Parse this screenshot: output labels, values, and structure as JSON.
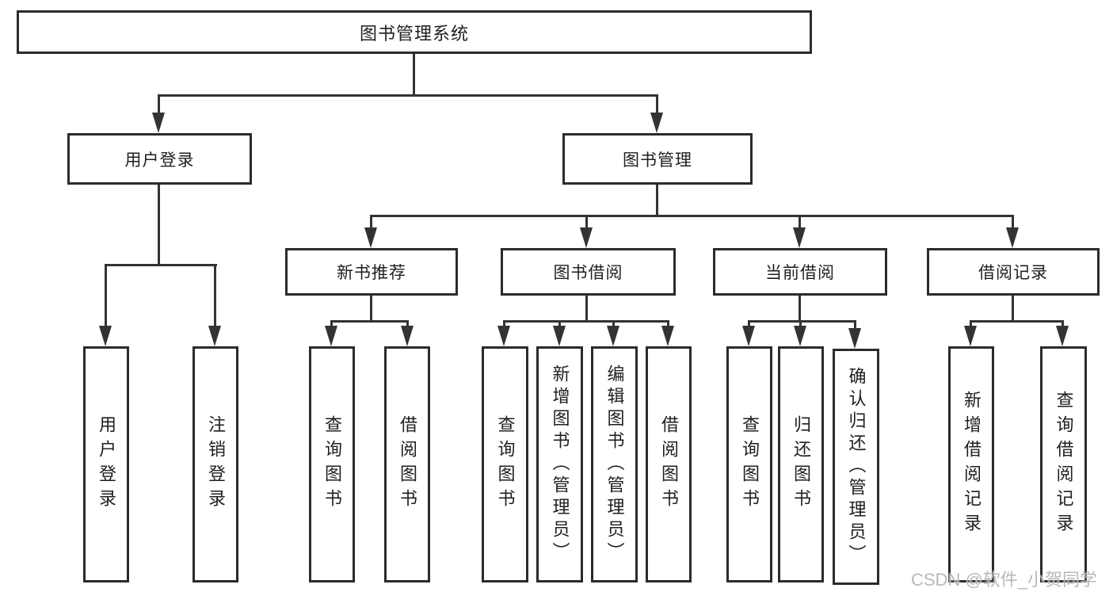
{
  "diagram": {
    "title": "图书管理系统",
    "level2": {
      "user_login": "用户登录",
      "book_management": "图书管理"
    },
    "level3": {
      "new_book_recommend": "新书推荐",
      "book_borrow": "图书借阅",
      "current_borrow": "当前借阅",
      "borrow_records": "借阅记录"
    },
    "leaves": {
      "user": [
        "用户登录",
        "注销登录"
      ],
      "newbook": [
        "查询图书",
        "借阅图书"
      ],
      "borrow": [
        "查询图书",
        "新增图书（管理员）",
        "编辑图书（管理员）",
        "借阅图书"
      ],
      "current": [
        "查询图书",
        "归还图书",
        "确认归还（管理员）"
      ],
      "records": [
        "新增借阅记录",
        "查询借阅记录"
      ]
    },
    "colors": {
      "line": "#333333",
      "border": "#2b2b2b",
      "text": "#1f1f1f",
      "watermark": "#a8a8a8"
    },
    "watermark": "CSDN @软件_小贺同学"
  }
}
